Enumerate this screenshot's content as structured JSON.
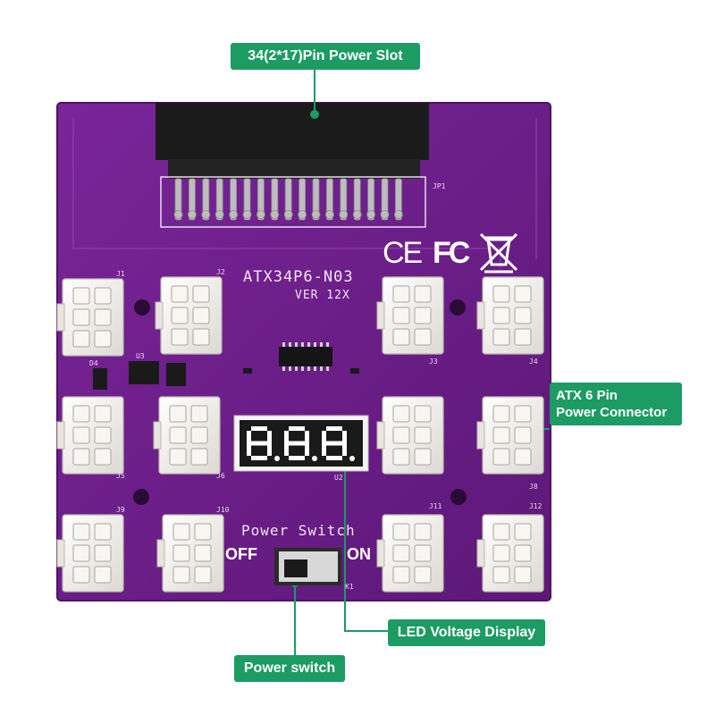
{
  "callouts": {
    "power_slot": "34(2*17)Pin Power Slot",
    "atx_line1": "ATX 6 Pin",
    "atx_line2": "Power Connector",
    "led_display": "LED Voltage Display",
    "power_switch": "Power switch"
  },
  "board": {
    "model": "ATX34P6-N03",
    "version": "VER 12X",
    "switch_title": "Power Switch",
    "off_label": "OFF",
    "on_label": "ON",
    "ce_mark": "CE",
    "fc_mark": "FC",
    "references": {
      "jp1": "JP1",
      "j1": "J1",
      "j2": "J2",
      "j3": "J3",
      "j4": "J4",
      "j5": "J5",
      "j6": "J6",
      "j8": "J8",
      "j9": "J9",
      "j10": "J10",
      "j11": "J11",
      "j12": "J12",
      "u2": "U2",
      "u3": "U3",
      "k1": "K1",
      "d4": "D4"
    }
  },
  "colors": {
    "pcb": "#6a1d87",
    "pcb_edge": "#4f1266",
    "callout": "#1c9b63",
    "connector": "#f3f1ec",
    "led_segment": "#ffffff",
    "led_body": "#1a1a1a"
  },
  "icons": {
    "weee": "crossed-bin-icon"
  }
}
